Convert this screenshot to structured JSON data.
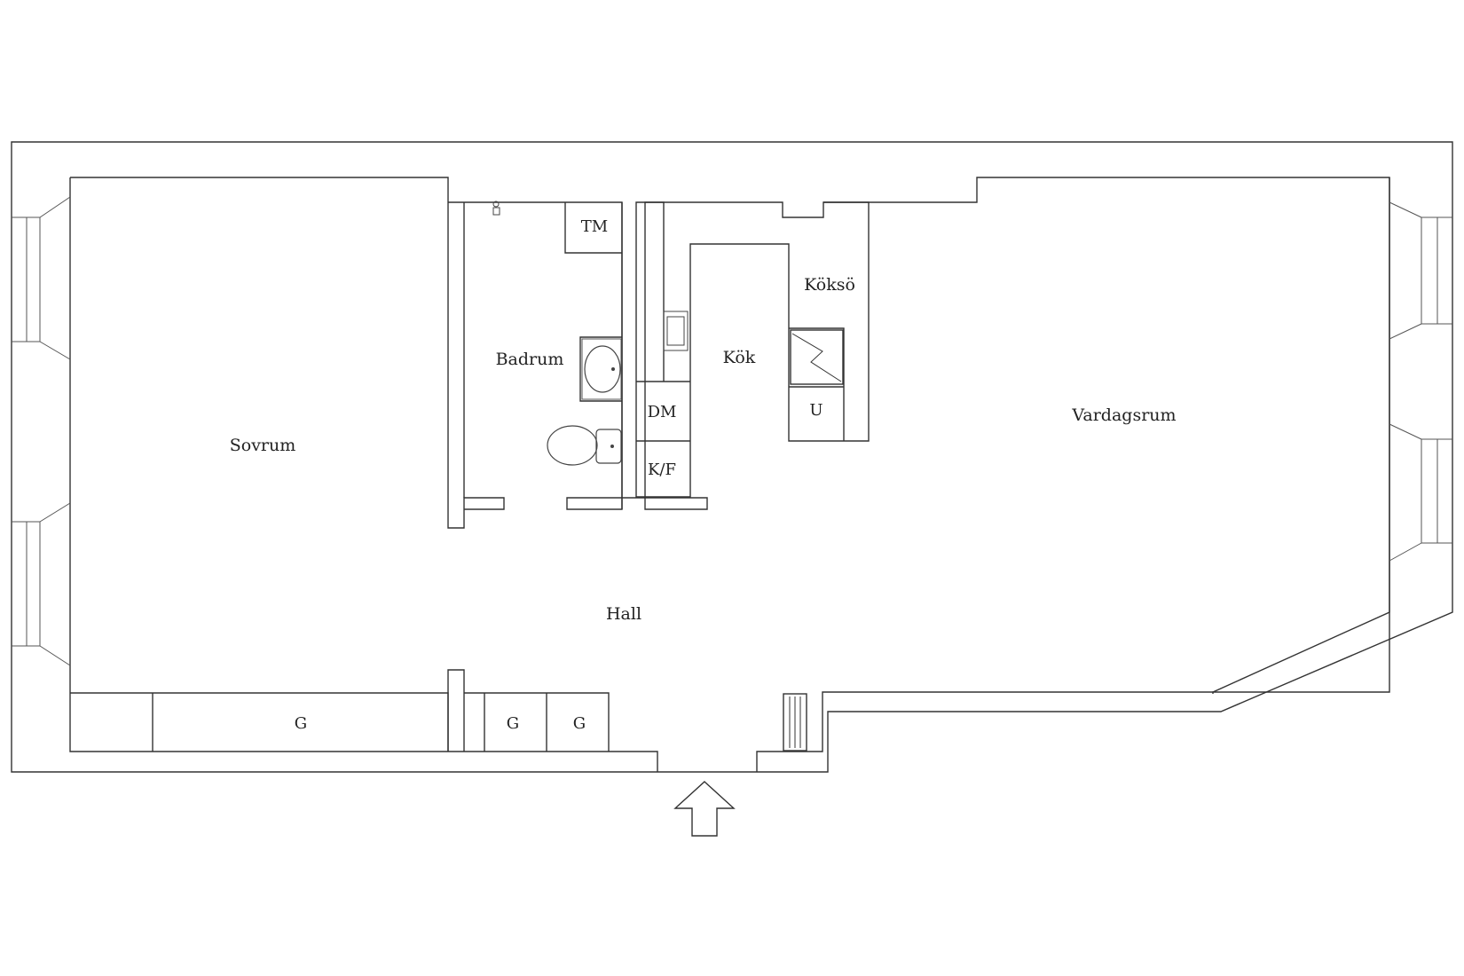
{
  "rooms": {
    "sovrum": "Sovrum",
    "badrum": "Badrum",
    "kok": "Kök",
    "kokso": "Köksö",
    "vardagsrum": "Vardagsrum",
    "hall": "Hall"
  },
  "fixtures": {
    "tm": "TM",
    "dm": "DM",
    "kf": "K/F",
    "u": "U",
    "wardrobe_1": "G",
    "wardrobe_2": "G",
    "wardrobe_3": "G"
  },
  "icons": [
    "entrance-arrow-icon",
    "toilet-icon",
    "washbasin-icon",
    "sink-icon",
    "stove-icon",
    "shower-icon",
    "radiator-icon"
  ]
}
